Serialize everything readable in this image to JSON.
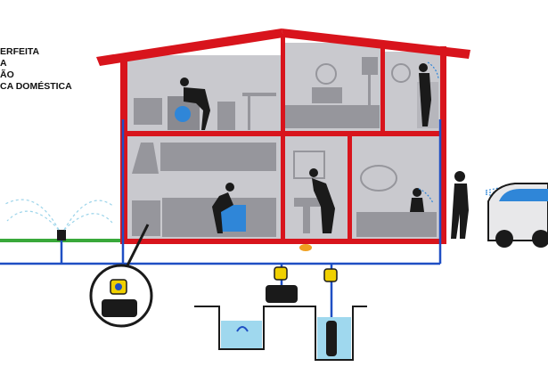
{
  "caption": {
    "lines": [
      "ERFEITA",
      "A",
      "ÃO",
      "CA DOMÉSTICA"
    ]
  },
  "colors": {
    "frame": "#d8141c",
    "room": "#c8c8cc",
    "fixture": "#96969c",
    "pipe": "#1f4fc4",
    "water": "#9fd8ee",
    "pump": "#f0d000",
    "grass": "#39a83a",
    "car": "#e8e8ea"
  },
  "scene": {
    "rooms": [
      "laundry",
      "bedroom",
      "shower",
      "kitchen",
      "bathroom",
      "bathtub"
    ],
    "outdoor": [
      "garden-sprinklers",
      "car-wash"
    ],
    "equipment": [
      "booster-pump-detail",
      "cistern-pump",
      "well-submersible-pump"
    ]
  }
}
